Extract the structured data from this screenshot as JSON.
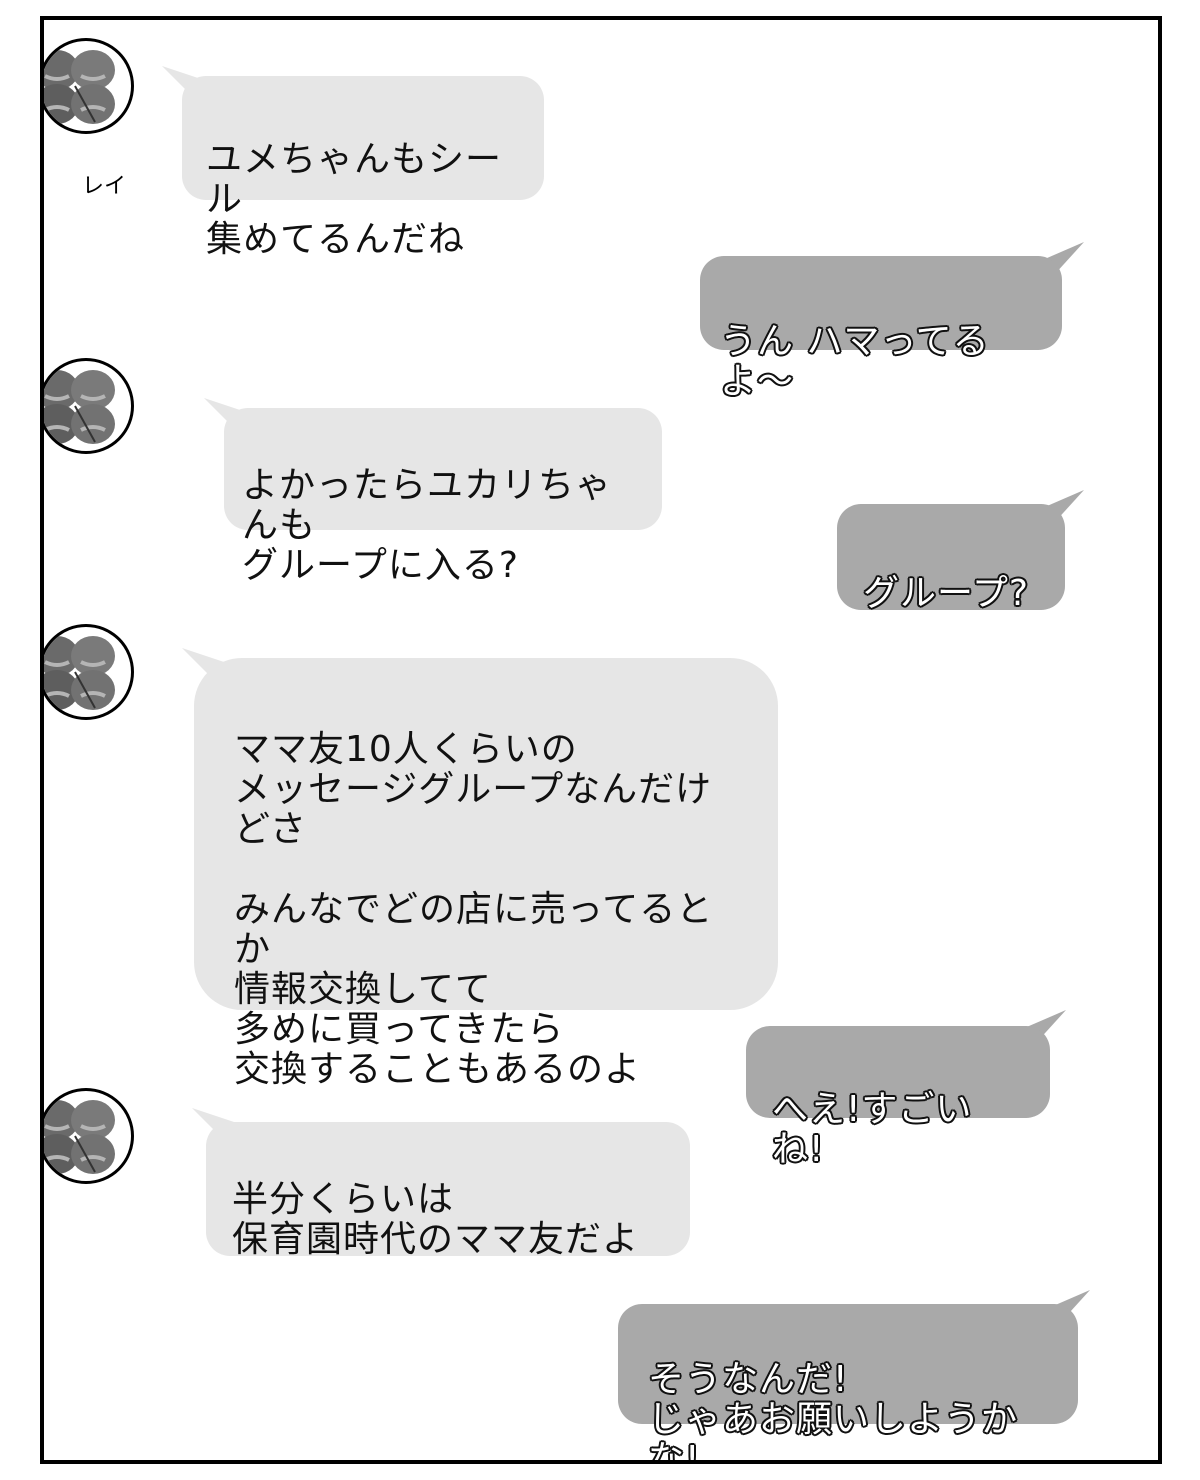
{
  "chat": {
    "sender_name": "レイ",
    "icons": {
      "avatar": "four-leaf-clover-icon"
    },
    "colors": {
      "incoming_bubble": "#e6e6e6",
      "outgoing_bubble": "#a9a9a9",
      "frame": "#000000"
    },
    "messages": [
      {
        "direction": "incoming",
        "text": "ユメちゃんもシール\n集めてるんだね"
      },
      {
        "direction": "outgoing",
        "text": "うん ハマってるよ〜"
      },
      {
        "direction": "incoming",
        "text": "よかったらユカリちゃんも\nグループに入る?"
      },
      {
        "direction": "outgoing",
        "text": "グループ?"
      },
      {
        "direction": "incoming",
        "text": "ママ友10人くらいの\nメッセージグループなんだけどさ\n\nみんなでどの店に売ってるとか\n情報交換してて\n多めに買ってきたら\n交換することもあるのよ"
      },
      {
        "direction": "outgoing",
        "text": "へえ!すごいね!"
      },
      {
        "direction": "incoming",
        "text": "半分くらいは\n保育園時代のママ友だよ"
      },
      {
        "direction": "outgoing",
        "text": "そうなんだ!\nじゃあお願いしようかな!"
      }
    ]
  }
}
